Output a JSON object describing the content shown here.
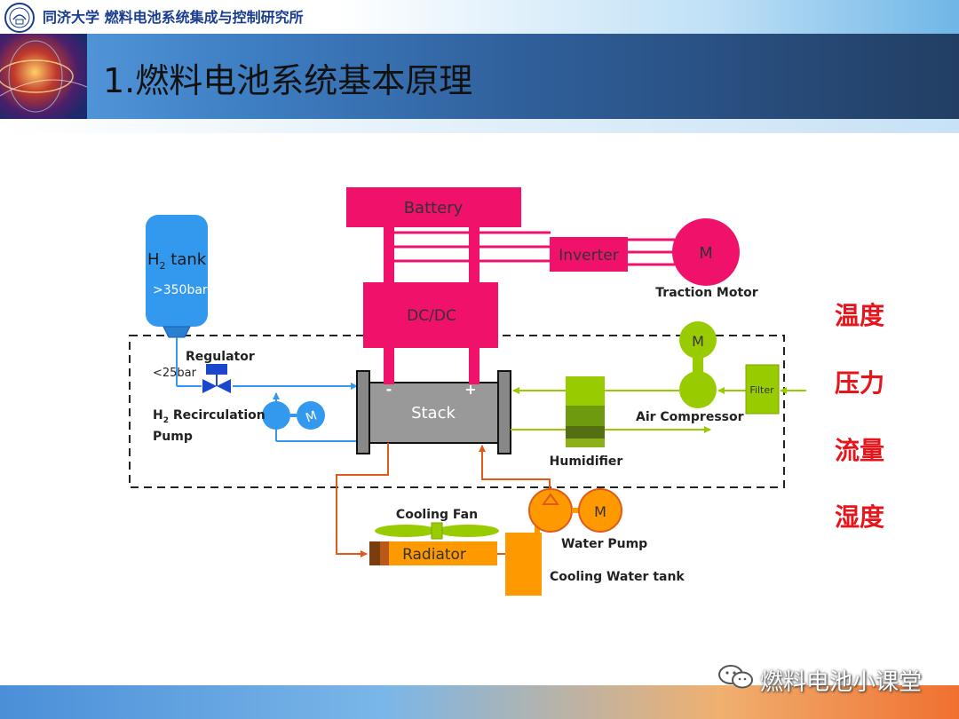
{
  "header": {
    "institution": "同济大学 燃料电池系统集成与控制研究所",
    "slide_title": "1.燃料电池系统基本原理"
  },
  "diagram": {
    "battery": "Battery",
    "dcdc": "DC/DC",
    "inverter": "Inverter",
    "motor_symbol": "M",
    "traction_motor": "Traction Motor",
    "h2_tank_main": "H",
    "h2_tank_sub": "2",
    "h2_tank_rest": " tank",
    "h2_pressure": ">350bar",
    "regulator": "Regulator",
    "regulator_pressure": "<25bar",
    "h2_recirc_line1_main": "H",
    "h2_recirc_line1_sub": "2",
    "h2_recirc_line1_rest": " Recirculation",
    "h2_recirc_line2": "Pump",
    "stack": "Stack",
    "minus": "-",
    "plus": "+",
    "filter": "Filter",
    "air_compressor": "Air Compressor",
    "humidifier": "Humidifier",
    "cooling_fan": "Cooling Fan",
    "radiator": "Radiator",
    "water_pump": "Water Pump",
    "cooling_water_tank": "Cooling Water tank"
  },
  "parameters": [
    "温度",
    "压力",
    "流量",
    "湿度"
  ],
  "watermark": "燃料电池小课堂",
  "colors": {
    "power": "#f0116b",
    "hydrogen": "#3399ee",
    "air": "#99cc00",
    "coolant": "#ff9900",
    "coolant_line": "#e05a1a",
    "stack": "#999999",
    "parameter_text": "#e8141b"
  }
}
